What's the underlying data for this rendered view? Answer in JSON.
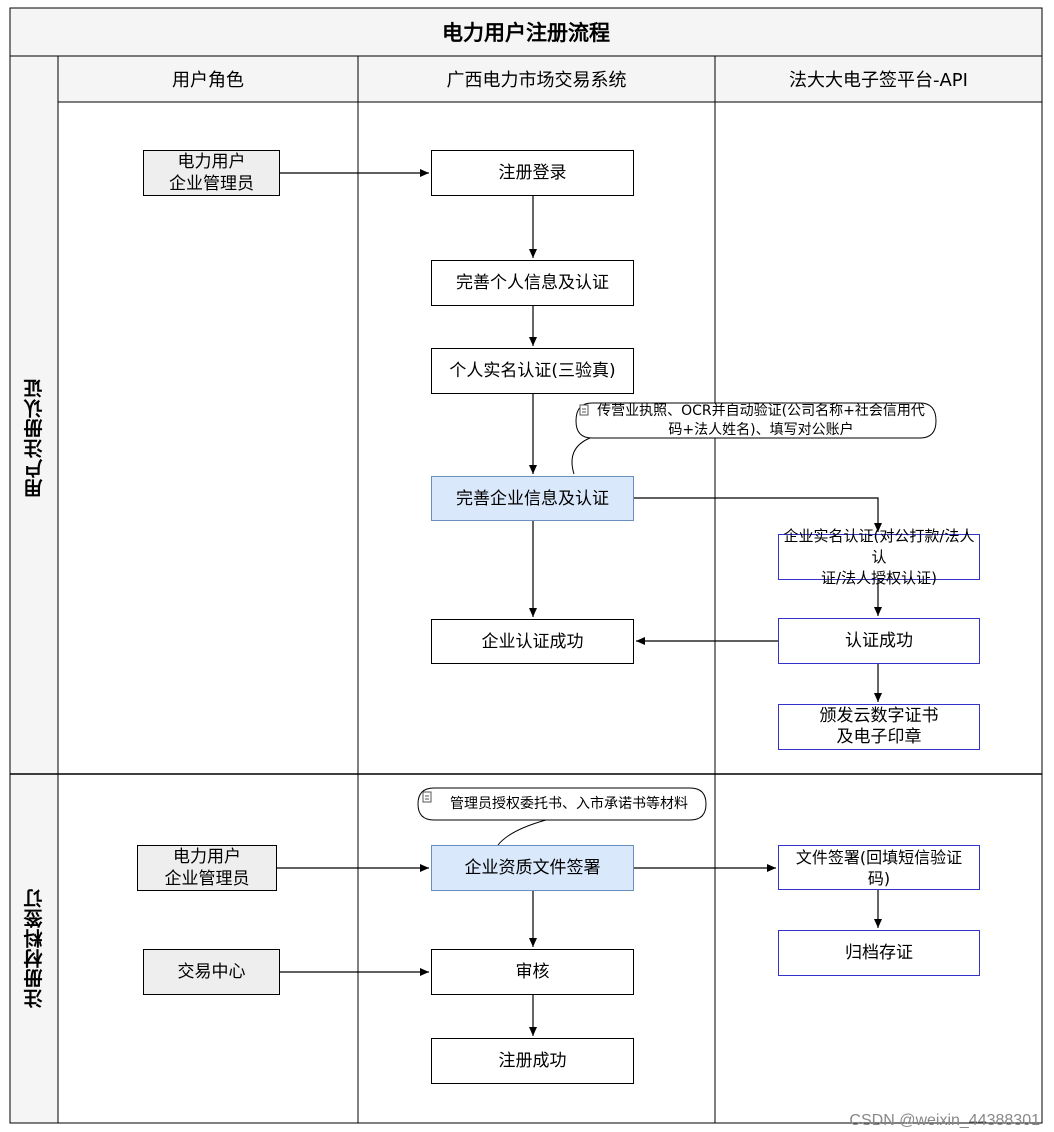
{
  "title": "电力用户注册流程",
  "columns": [
    "用户角色",
    "广西电力市场交易系统",
    "法大大电子签平台-API"
  ],
  "lanes": [
    "用户注册认证",
    "注册材料签订"
  ],
  "nodes": {
    "role1": "电力用户\n企业管理员",
    "register": "注册登录",
    "personal_info": "完善个人信息及认证",
    "realname": "个人实名认证(三验真)",
    "company_info": "完善企业信息及认证",
    "company_success": "企业认证成功",
    "ent_auth": "企业实名认证(对公打款/法人认\n证/法人授权认证)",
    "auth_success": "认证成功",
    "issue_cert": "颁发云数字证书\n及电子印章",
    "role2": "电力用户\n企业管理员",
    "role3": "交易中心",
    "doc_sign": "企业资质文件签署",
    "review": "审核",
    "reg_success": "注册成功",
    "file_sign": "文件签署(回填短信验证\n码)",
    "archive": "归档存证"
  },
  "notes": {
    "note1": "传营业执照、OCR并自动验证(公司名称+社会信用代\n码+法人姓名)、填写对公账户",
    "note2": "管理员授权委托书、入市承诺书等材料"
  },
  "watermark": "CSDN @weixin_44388301",
  "colors": {
    "highlight_fill": "#dae8fc",
    "highlight_border": "#6c8ebf",
    "api_border": "#3333cc",
    "role_fill": "#eeeeee"
  }
}
